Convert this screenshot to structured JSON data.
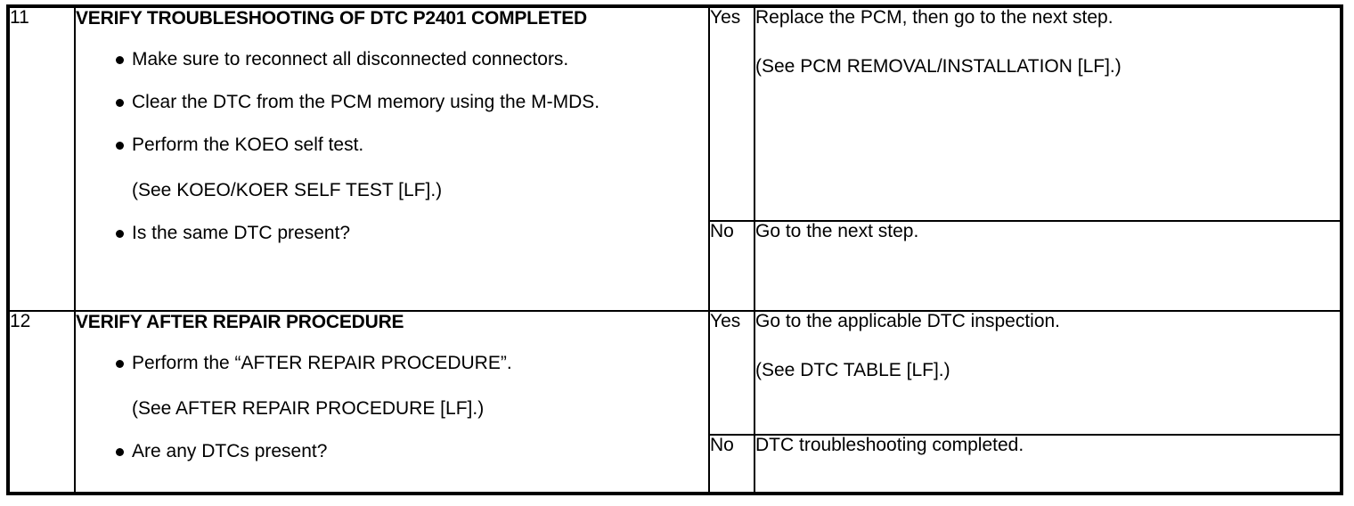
{
  "document": {
    "type": "service-manual-troubleshooting-table",
    "columns": {
      "step": "",
      "inspection": "",
      "answer": "",
      "action": ""
    }
  },
  "rows": [
    {
      "step": "11",
      "title": "VERIFY TROUBLESHOOTING OF DTC P2401 COMPLETED",
      "items": [
        {
          "bullet": true,
          "text": "Make sure to reconnect all disconnected connectors."
        },
        {
          "bullet": true,
          "text": "Clear the DTC from the PCM memory using the M-MDS."
        },
        {
          "bullet": true,
          "text": "Perform the KOEO self test."
        },
        {
          "bullet": false,
          "text": "(See KOEO/KOER SELF TEST [LF].)"
        },
        {
          "bullet": true,
          "text": "Is the same DTC present?"
        }
      ],
      "answers": [
        {
          "label": "Yes",
          "lines": [
            "Replace the PCM, then go to the next step.",
            "(See PCM REMOVAL/INSTALLATION [LF].)"
          ]
        },
        {
          "label": "No",
          "lines": [
            "Go to the next step."
          ]
        }
      ]
    },
    {
      "step": "12",
      "title": "VERIFY AFTER REPAIR PROCEDURE",
      "items": [
        {
          "bullet": true,
          "text": "Perform the “AFTER REPAIR PROCEDURE”."
        },
        {
          "bullet": false,
          "text": "(See AFTER REPAIR PROCEDURE [LF].)"
        },
        {
          "bullet": true,
          "text": "Are any DTCs present?"
        }
      ],
      "answers": [
        {
          "label": "Yes",
          "lines": [
            "Go to the applicable DTC inspection.",
            "(See DTC TABLE [LF].)"
          ]
        },
        {
          "label": "No",
          "lines": [
            "DTC troubleshooting completed."
          ]
        }
      ]
    }
  ],
  "colors": {
    "ink": "#000000",
    "paper": "#ffffff"
  }
}
